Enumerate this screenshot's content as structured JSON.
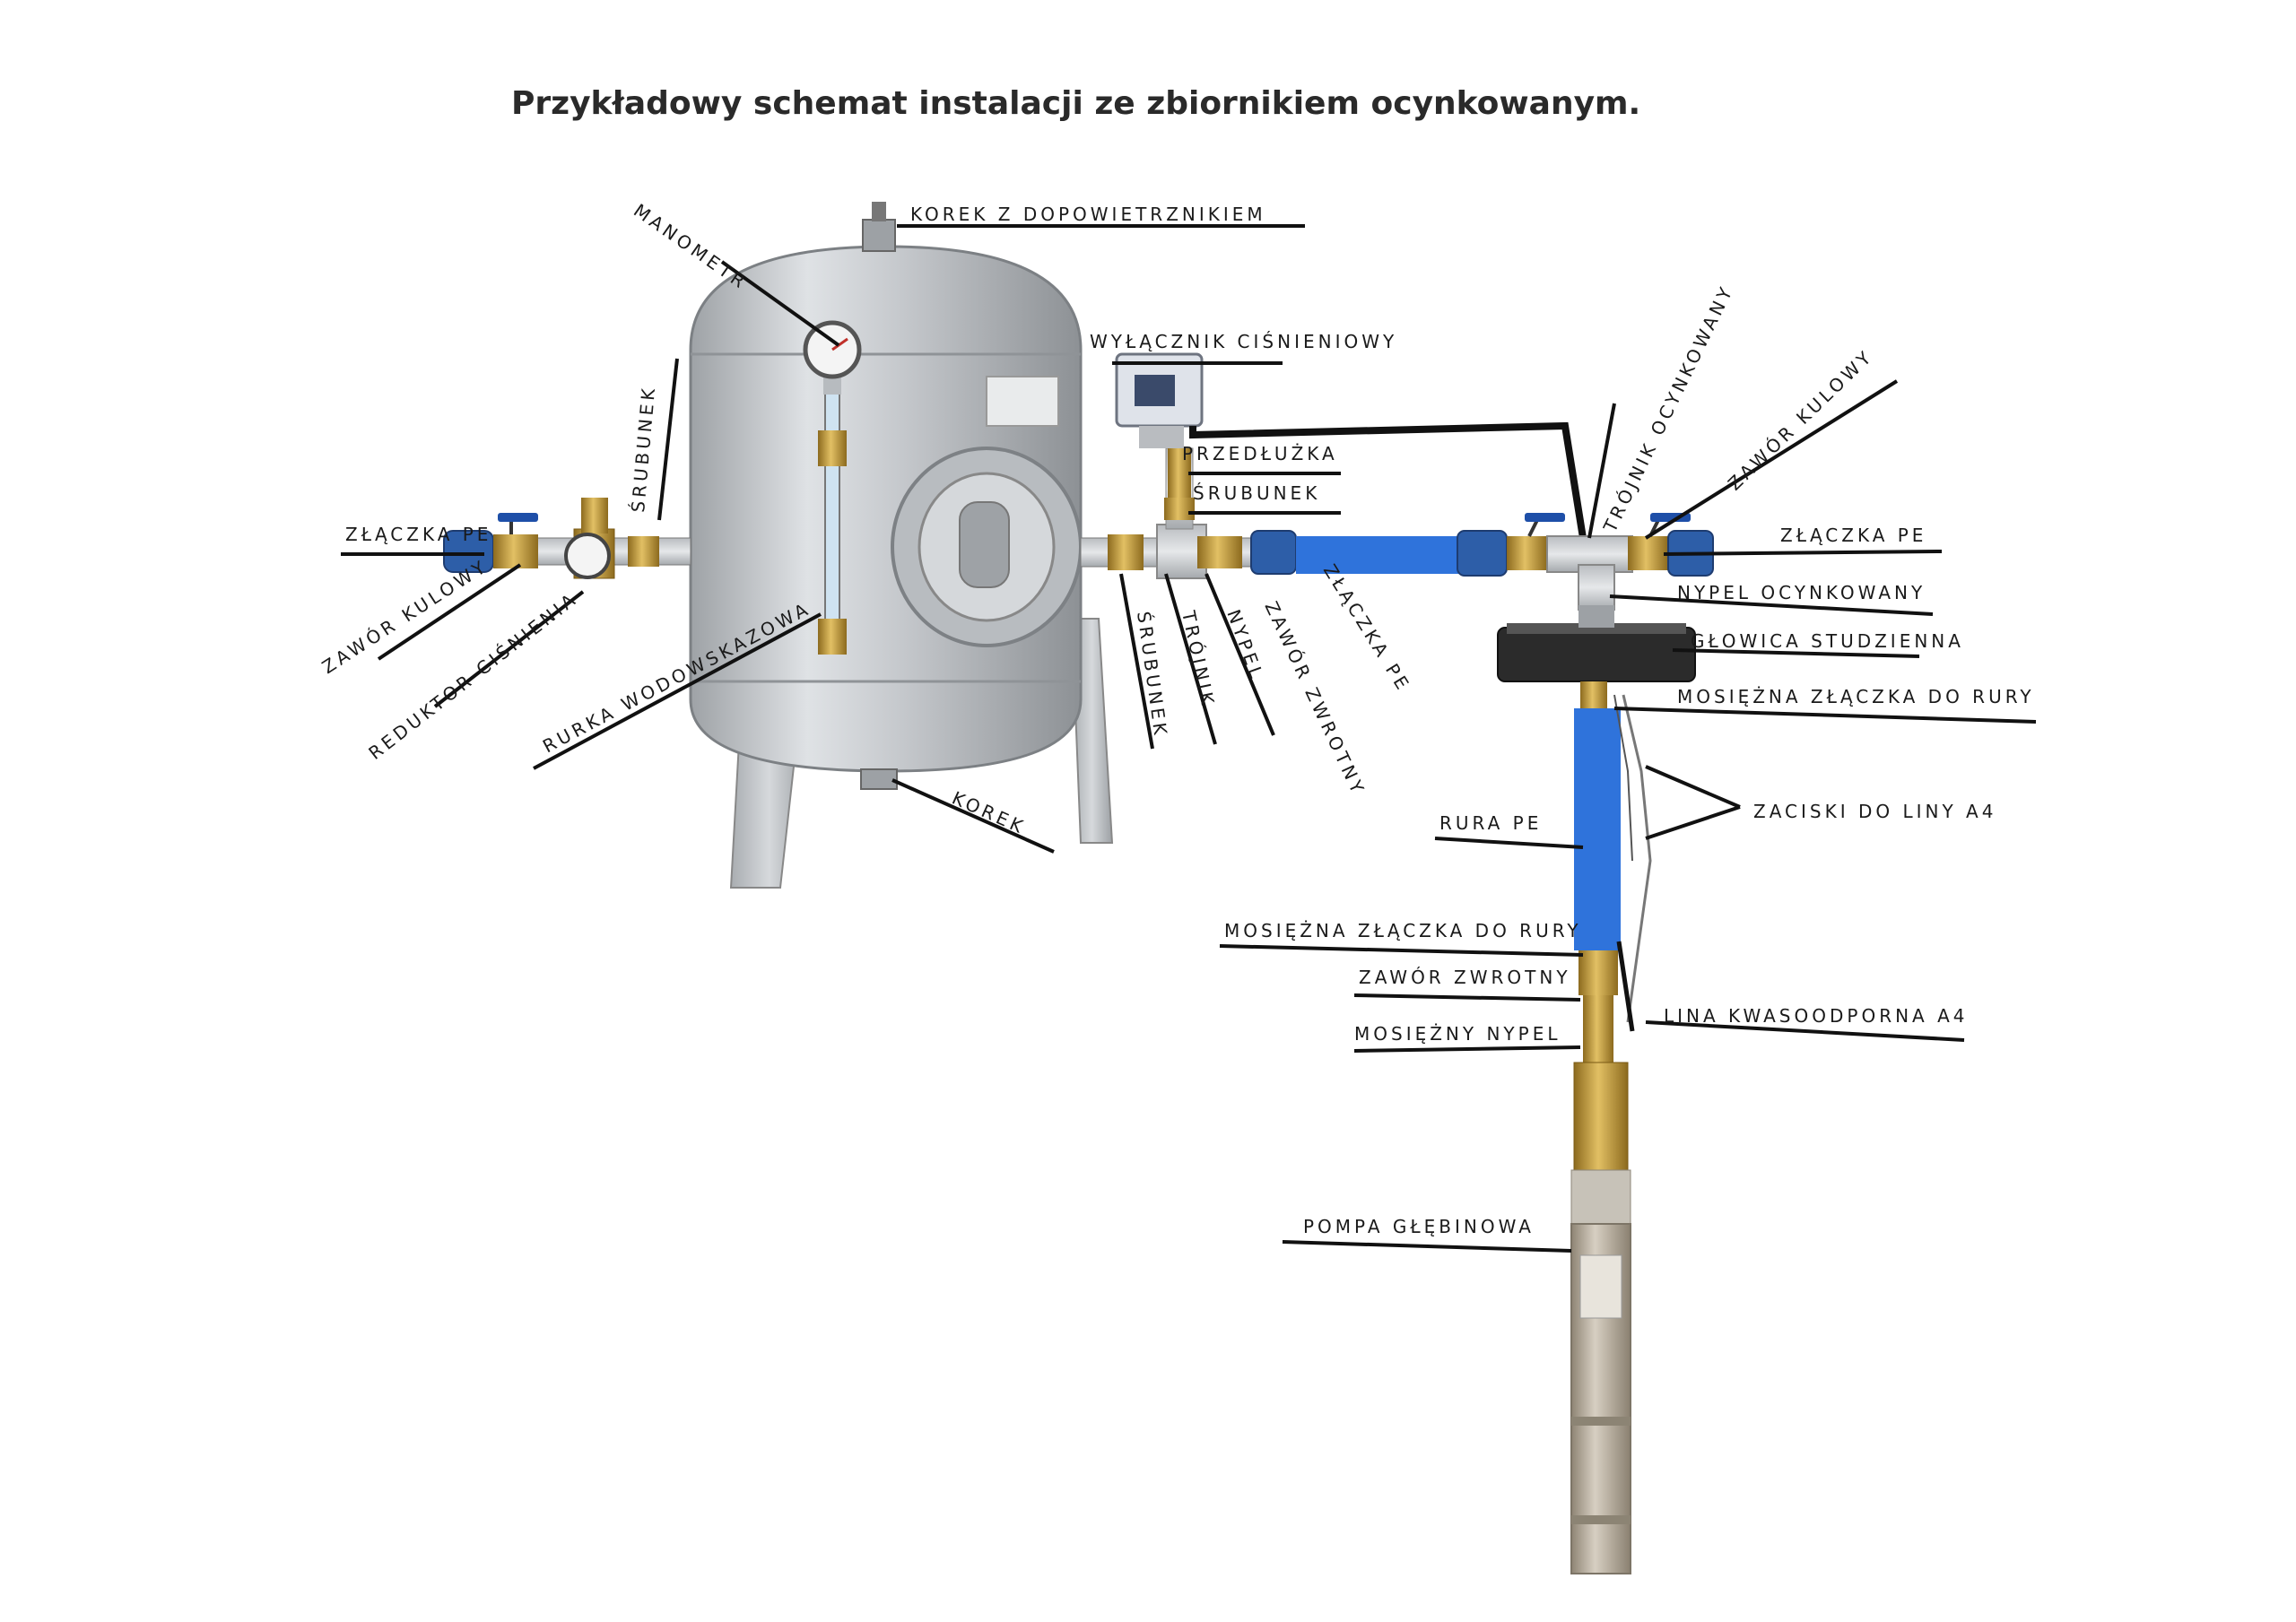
{
  "title": "Przykładowy schemat instalacji ze zbiornikiem ocynkowanym.",
  "colors": {
    "background": "#ffffff",
    "leader_lines": "#111111",
    "pe_pipe": "#2f73db",
    "galvanized": "#c9ccd0",
    "brass": "#c9a23a",
    "pump_steel": "#b8ad9c"
  },
  "labels": {
    "korek_z_dopowietrznikiem": "KOREK Z DOPOWIETRZNIKIEM",
    "manometr": "MANOMETR",
    "wylacznik_cisnieniowy": "WYŁĄCZNIK CIŚNIENIOWY",
    "przedluzka": "PRZEDŁUŻKA",
    "srubunek_top": "ŚRUBUNEK",
    "srubunek_left": "ŚRUBUNEK",
    "zlaczka_pe_left": "ZŁĄCZKA PE",
    "zawor_kulowy_left": "ZAWÓR KULOWY",
    "reduktor_cisnienia": "REDUKTOR CIŚNIENIA",
    "rurka_wodowskazowa": "RURKA WODOWSKAZOWA",
    "korek": "KOREK",
    "srubunek_bottom": "ŚRUBUNEK",
    "trojnik": "TRÓJNIK",
    "nypel": "NYPEL",
    "zawor_zwrotny_top": "ZAWÓR ZWROTNY",
    "zlaczka_pe_mid": "ZŁĄCZKA PE",
    "trojnik_ocynkowany": "TRÓJNIK OCYNKOWANY",
    "zawor_kulowy_right": "ZAWÓR KULOWY",
    "zlaczka_pe_right": "ZŁĄCZKA PE",
    "nypel_ocynkowany": "NYPEL OCYNKOWANY",
    "glowica_studzienna": "GŁOWICA STUDZIENNA",
    "mosiezna_zlaczka_top": "MOSIĘŻNA ZŁĄCZKA DO RURY",
    "zaciski_do_liny": "ZACISKI DO LINY A4",
    "rura_pe": "RURA PE",
    "mosiezna_zlaczka_bottom": "MOSIĘŻNA ZŁĄCZKA DO RURY",
    "zawor_zwrotny_bottom": "ZAWÓR ZWROTNY",
    "lina_kwasoodporna": "LINA KWASOODPORNA A4",
    "mosiezny_nypel": "MOSIĘŻNY NYPEL",
    "pompa_glebinowa": "POMPA GŁĘBINOWA"
  }
}
